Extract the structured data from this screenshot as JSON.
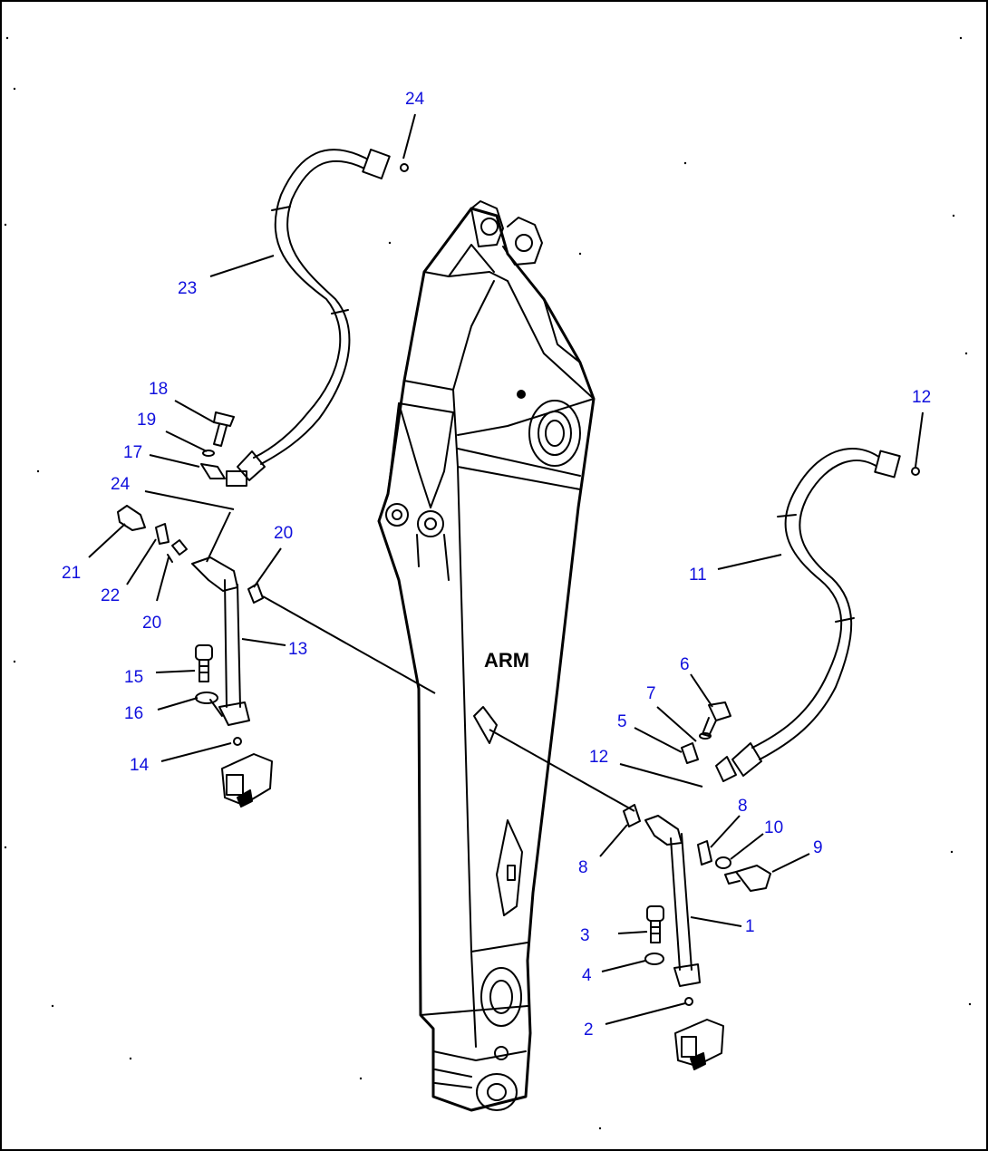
{
  "diagram": {
    "arm_label": "ARM",
    "callouts": [
      {
        "id": "c24a",
        "label": "24"
      },
      {
        "id": "c23",
        "label": "23"
      },
      {
        "id": "c18",
        "label": "18"
      },
      {
        "id": "c19",
        "label": "19"
      },
      {
        "id": "c17",
        "label": "17"
      },
      {
        "id": "c24b",
        "label": "24"
      },
      {
        "id": "c21",
        "label": "21"
      },
      {
        "id": "c22",
        "label": "22"
      },
      {
        "id": "c20a",
        "label": "20"
      },
      {
        "id": "c20b",
        "label": "20"
      },
      {
        "id": "c13",
        "label": "13"
      },
      {
        "id": "c15",
        "label": "15"
      },
      {
        "id": "c16",
        "label": "16"
      },
      {
        "id": "c14",
        "label": "14"
      },
      {
        "id": "c12a",
        "label": "12"
      },
      {
        "id": "c11",
        "label": "11"
      },
      {
        "id": "c6",
        "label": "6"
      },
      {
        "id": "c7",
        "label": "7"
      },
      {
        "id": "c5",
        "label": "5"
      },
      {
        "id": "c12b",
        "label": "12"
      },
      {
        "id": "c8a",
        "label": "8"
      },
      {
        "id": "c10",
        "label": "10"
      },
      {
        "id": "c9",
        "label": "9"
      },
      {
        "id": "c8b",
        "label": "8"
      },
      {
        "id": "c1",
        "label": "1"
      },
      {
        "id": "c3",
        "label": "3"
      },
      {
        "id": "c4",
        "label": "4"
      },
      {
        "id": "c2",
        "label": "2"
      }
    ]
  }
}
